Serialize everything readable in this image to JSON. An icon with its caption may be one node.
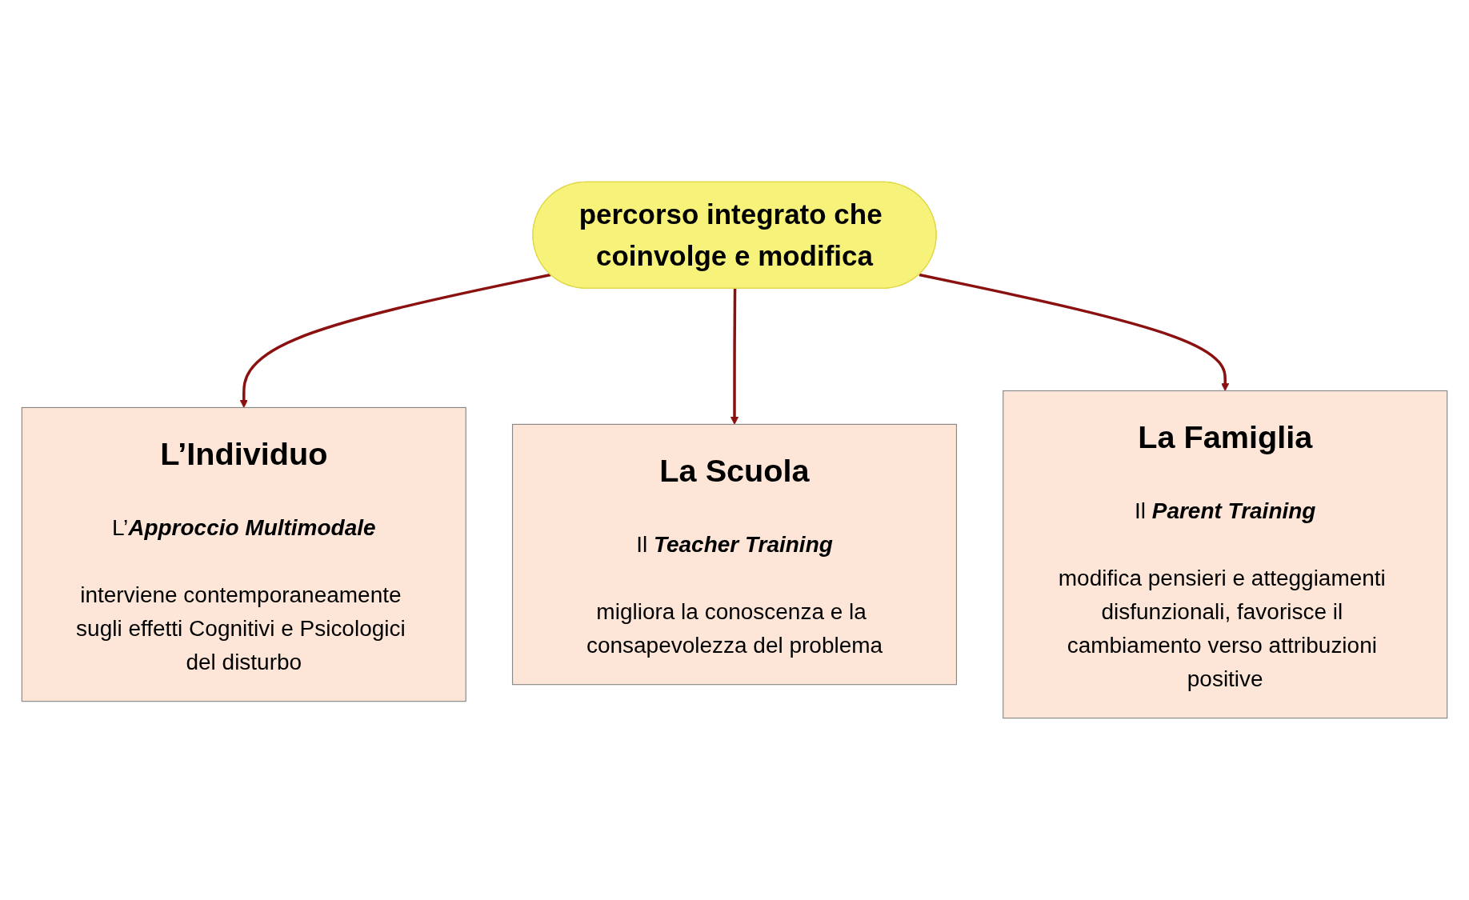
{
  "diagram": {
    "nodes": [
      {
        "text": [
          "percorso integrato che coinvolge e modifica"
        ]
      },
      {
        "text": [
          "L’Individuo",
          "L’*Approccio Multimodale*",
          "interviene contemporaneamente sugli effetti Cognitivi e Psicologici del disturbo"
        ]
      },
      {
        "text": [
          "La Scuola",
          "Il *Teacher Training*",
          "migliora la conoscenza e la consapevolezza del problema"
        ]
      },
      {
        "text": [
          "La Famiglia",
          "Il *Parent Training*",
          "modifica pensieri e atteggiamenti disfunzionali, favorisce il cambiamento verso attribuzioni positive"
        ]
      }
    ],
    "edges": [
      {
        "from": 0,
        "to": 1,
        "arrow": "to"
      },
      {
        "from": 0,
        "to": 2,
        "arrow": "to"
      },
      {
        "from": 0,
        "to": 3,
        "arrow": "to"
      }
    ]
  }
}
